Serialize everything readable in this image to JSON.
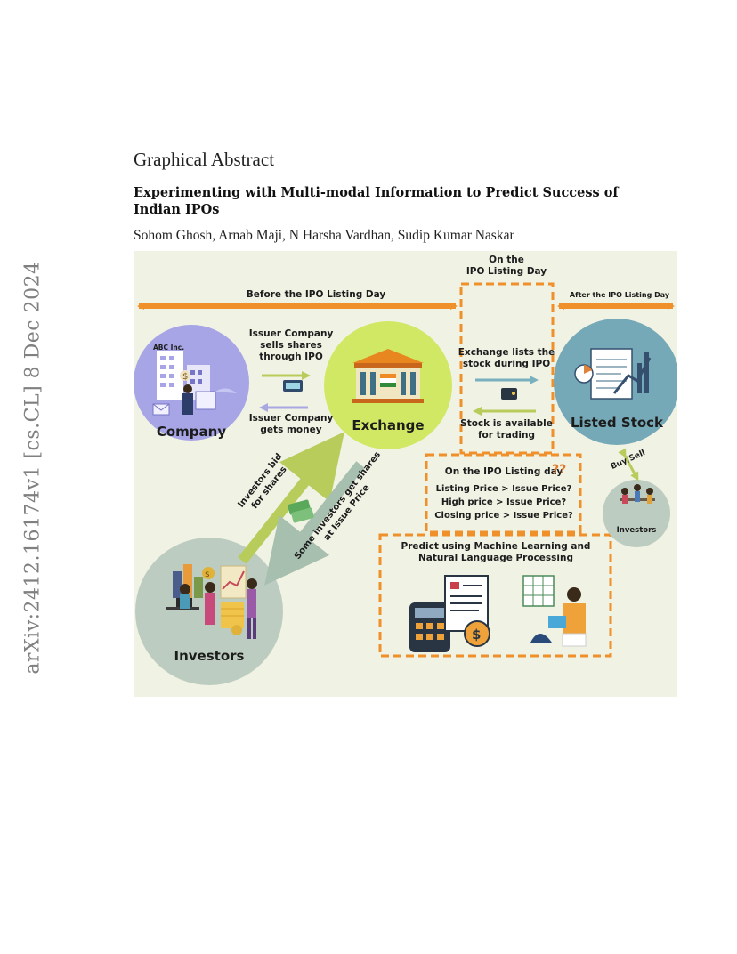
{
  "margin_stamp": "arXiv:2412.16174v1  [cs.CL]  8 Dec 2024",
  "header": {
    "section_title": "Graphical Abstract",
    "paper_title": "Experimenting with Multi-modal Information to Predict Success of Indian IPOs",
    "authors": "Sohom Ghosh, Arnab Maji, N Harsha Vardhan, Sudip Kumar Naskar"
  },
  "figure": {
    "timeline": {
      "before": "Before the IPO Listing Day",
      "on": "On the\nIPO Listing Day",
      "after": "After the IPO Listing Day"
    },
    "nodes": {
      "company": "Company",
      "company_logo": "ABC Inc.",
      "exchange": "Exchange",
      "listed_stock": "Listed Stock",
      "investors": "Investors",
      "investors_small": "Investors"
    },
    "flows": {
      "issuer_sells": "Issuer Company\nsells shares\nthrough IPO",
      "issuer_money": "Issuer Company\ngets money",
      "exchange_lists": "Exchange lists the\nstock during IPO",
      "stock_available": "Stock is available\nfor trading",
      "investors_bid": "Investors bid\nfor shares",
      "some_investors": "Some investors get shares\nat Issue Price",
      "buy_sell": "Buy/Sell"
    },
    "listing_day": {
      "title": "On the IPO Listing day",
      "questions": [
        "Listing Price > Issue Price?",
        "High price > Issue Price?",
        "Closing price > Issue Price?"
      ]
    },
    "predict": "Predict using Machine Learning and\nNatural Language Processing",
    "colors": {
      "orange": "#f0902a",
      "green": "#b8cc5c",
      "sage": "#a7bfaf",
      "company_circle": "#a7a5e6",
      "exchange_circle": "#d1e865",
      "stock_circle": "#76a9b8",
      "investor_circle": "#bdccc0"
    }
  }
}
